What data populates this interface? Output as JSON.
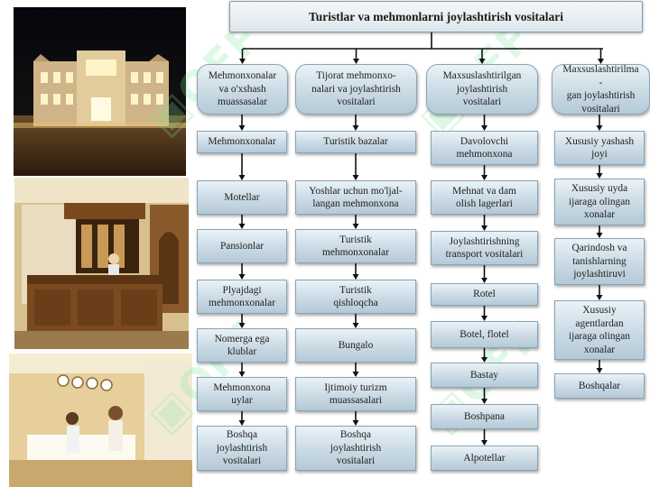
{
  "title": "Turistlar va mehmonlarni joylashtirish vositalari",
  "columns": [
    {
      "header": "Mehmonxonalar\nva o'xshash\nmuassasalar",
      "items": [
        "Mehmonxonalar",
        "Motellar",
        "Pansionlar",
        "Plyajdagi\nmehmonxonalar",
        "Nomerga ega\nklublar",
        "Mehmonxona\nuylar",
        "Boshqa\njoylashtirish\nvositalari"
      ]
    },
    {
      "header": "Tijorat mehmonxo-\nnalari va joylashtirish\nvositalari",
      "items": [
        "Turistik bazalar",
        "Yoshlar uchun mo'ljal-\nlangan mehmonxona",
        "Turistik\nmehmonxonalar",
        "Turistik\nqishloqcha",
        "Bungalo",
        "Ijtimoiy turizm\nmuassasalari",
        "Boshqa\njoylashtirish\nvositalari"
      ]
    },
    {
      "header": "Maxsuslashtirilgan\njoylashtirish\nvositalari",
      "items": [
        "Davolovchi\nmehmonxona",
        "Mehnat va dam\nolish lagerlari",
        "Joylashtirishning\ntransport vositalari",
        "Rotel",
        "Botel, flotel",
        "Bastay",
        "Boshpana",
        "Alpotellar"
      ]
    },
    {
      "header": "Maxsuslashtirilma\n-\ngan joylashtirish\nvositalari",
      "items": [
        "Xususiy yashash\njoyi",
        "Xususiy uyda\nijaraga olingan\nxonalar",
        "Qarindosh va\ntanishlarning\njoylashtiruvi",
        "Xususiy\nagentlardan\nijaraga olingan\nxonalar",
        "Boshqalar"
      ]
    }
  ],
  "colors": {
    "box_border": "#8aa4b6",
    "connector": "#111111",
    "watermark": "#78e696"
  }
}
